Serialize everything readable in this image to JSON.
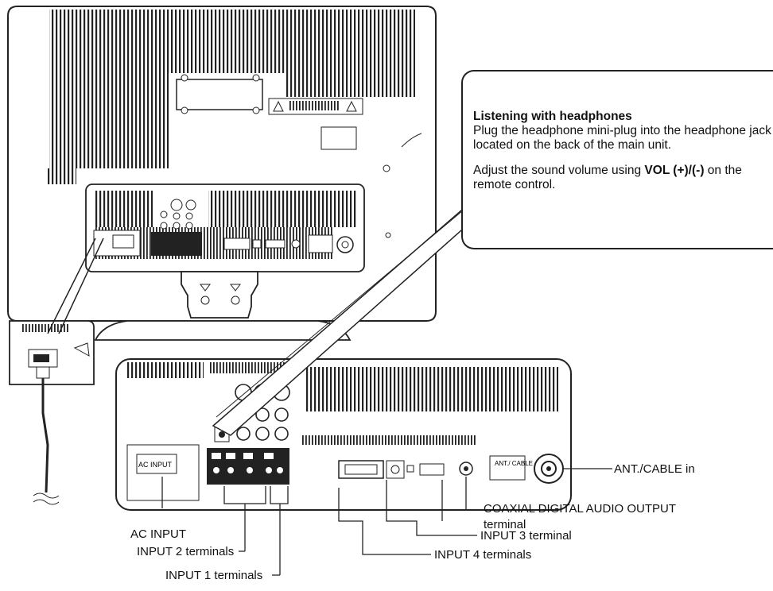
{
  "callout": {
    "heading": "Listening with headphones",
    "paragraph1": "Plug the headphone mini-plug into the headphone jack located on the back of the main unit.",
    "paragraph2_prefix": "Adjust the sound volume using ",
    "paragraph2_bold": "VOL (+)/(-)",
    "paragraph2_suffix": " on the remote control."
  },
  "labels": {
    "ant_cable_in": "ANT./CABLE in",
    "coaxial_line1": "COAXIAL DIGITAL AUDIO OUTPUT",
    "coaxial_line2": "terminal",
    "input3": "INPUT 3 terminal",
    "input4": "INPUT 4 terminals",
    "ac_input": "AC INPUT",
    "input2": "INPUT 2 terminals",
    "input1": "INPUT 1 terminals"
  },
  "panel_marks": {
    "ac_input_plate": "AC INPUT",
    "ant_cable_plate": "ANT./ CABLE"
  }
}
